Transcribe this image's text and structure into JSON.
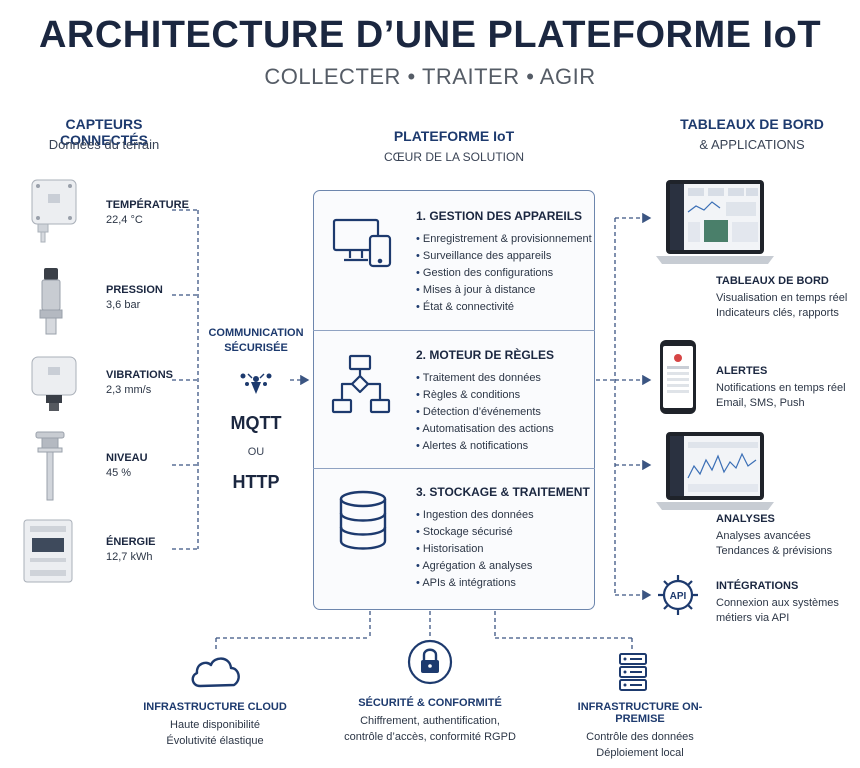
{
  "header": {
    "title": "ARCHITECTURE D’UNE PLATEFORME IoT",
    "subtitle": "COLLECTER • TRAITER • AGIR"
  },
  "sensors_section": {
    "title": "CAPTEURS CONNECTÉS",
    "subtitle": "Données du terrain",
    "items": [
      {
        "label": "TEMPÉRATURE",
        "value": "22,4 °C"
      },
      {
        "label": "PRESSION",
        "value": "3,6 bar"
      },
      {
        "label": "VIBRATIONS",
        "value": "2,3 mm/s"
      },
      {
        "label": "NIVEAU",
        "value": "45 %"
      },
      {
        "label": "ÉNERGIE",
        "value": "12,7 kWh"
      }
    ]
  },
  "communication": {
    "title_line1": "COMMUNICATION",
    "title_line2": "SÉCURISÉE",
    "protocol1": "MQTT",
    "or": "OU",
    "protocol2": "HTTP"
  },
  "platform": {
    "title": "PLATEFORME IoT",
    "subtitle": "CŒUR DE LA SOLUTION",
    "modules": [
      {
        "title": "1. GESTION DES APPAREILS",
        "icon": "devices-icon",
        "items": [
          "Enregistrement & provisionnement",
          "Surveillance des appareils",
          "Gestion des configurations",
          "Mises à jour à distance",
          "État & connectivité"
        ]
      },
      {
        "title": "2. MOTEUR DE RÈGLES",
        "icon": "flowchart-icon",
        "items": [
          "Traitement des données",
          "Règles & conditions",
          "Détection d’événements",
          "Automatisation des actions",
          "Alertes & notifications"
        ]
      },
      {
        "title": "3. STOCKAGE & TRAITEMENT",
        "icon": "database-icon",
        "items": [
          "Ingestion des données",
          "Stockage sécurisé",
          "Historisation",
          "Agrégation & analyses",
          "APIs & intégrations"
        ]
      }
    ]
  },
  "outputs_section": {
    "title": "TABLEAUX DE BORD",
    "subtitle": "& APPLICATIONS",
    "items": [
      {
        "title": "TABLEAUX DE BORD",
        "line1": "Visualisation en temps réel",
        "line2": "Indicateurs clés, rapports"
      },
      {
        "title": "ALERTES",
        "line1": "Notifications en temps réel",
        "line2": "Email, SMS, Push"
      },
      {
        "title": "ANALYSES",
        "line1": "Analyses avancées",
        "line2": "Tendances & prévisions"
      },
      {
        "title": "INTÉGRATIONS",
        "line1": "Connexion aux systèmes",
        "line2": "métiers via API",
        "badge": "API"
      }
    ]
  },
  "infrastructure": [
    {
      "title": "INFRASTRUCTURE CLOUD",
      "line1": "Haute disponibilité",
      "line2": "Évolutivité élastique",
      "icon": "cloud-icon"
    },
    {
      "title": "SÉCURITÉ & CONFORMITÉ",
      "line1": "Chiffrement, authentification,",
      "line2": "contrôle d’accès, conformité RGPD",
      "icon": "lock-icon"
    },
    {
      "title": "INFRASTRUCTURE ON-PREMISE",
      "line1": "Contrôle des données",
      "line2": "Déploiement local",
      "icon": "server-icon"
    }
  ],
  "colors": {
    "navy": "#1d3a6e",
    "title_dark": "#1b2740",
    "connector": "#3b5582",
    "box_border": "#6d86ad"
  }
}
